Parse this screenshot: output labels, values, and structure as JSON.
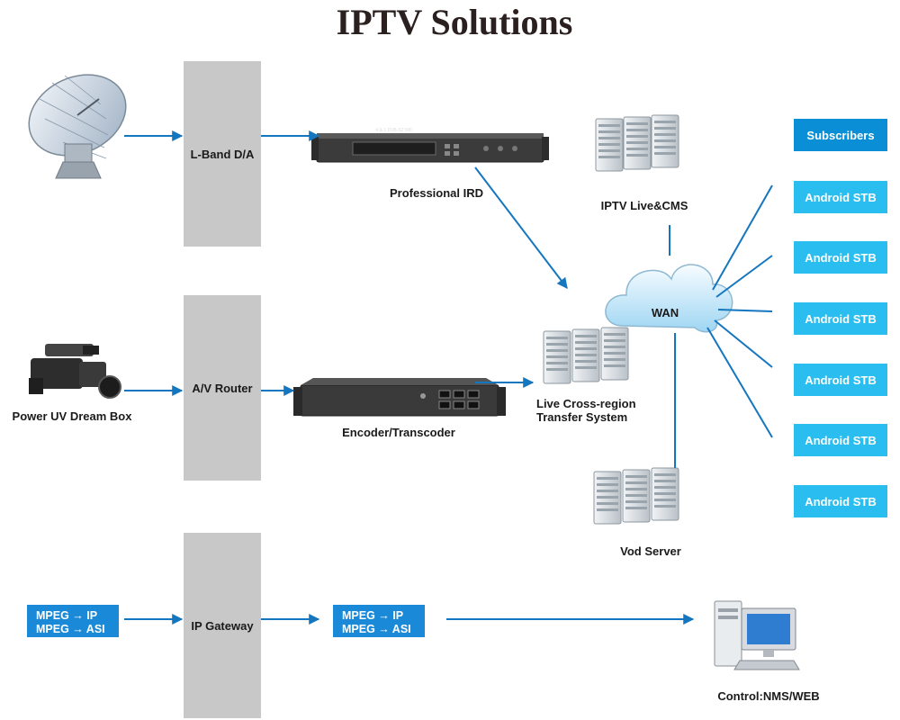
{
  "title": "IPTV Solutions",
  "stages": {
    "lband": "L-Band D/A",
    "av_router": "A/V Router",
    "ip_gateway": "IP Gateway"
  },
  "devices": {
    "camera_label": "Power UV Dream Box",
    "ird_label": "Professional IRD",
    "ird_panel_text": "4 & 1 DVB-S2 IRD",
    "encoder_label": "Encoder/Transcoder",
    "live_cms_label": "IPTV Live&CMS",
    "cross_region_line1": "Live Cross-region",
    "cross_region_line2": "Transfer System",
    "vod_label": "Vod Server",
    "wan_label": "WAN",
    "control_label": "Control:NMS/WEB"
  },
  "converters": {
    "line1": "MPEG → IP",
    "line2": "MPEG → ASI"
  },
  "subscribers": {
    "header": "Subscribers",
    "items": [
      "Android STB",
      "Android STB",
      "Android STB",
      "Android STB",
      "Android STB",
      "Android STB"
    ]
  },
  "colors": {
    "stb_box": "#29bdf0",
    "subscribers_box": "#0a8fd6",
    "converter_box": "#1a8ad8",
    "arrow": "#1576c0",
    "column": "#c8c8c8"
  }
}
